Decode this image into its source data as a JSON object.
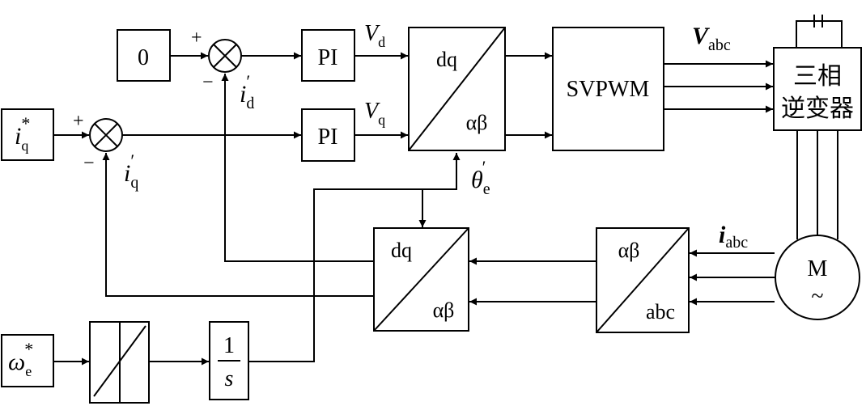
{
  "blocks": {
    "zero": "0",
    "pi_d": "PI",
    "pi_q": "PI",
    "svpwm": "SVPWM",
    "inverter_line1": "三相",
    "inverter_line2": "逆变器",
    "motor": "M",
    "motor_sym": "~",
    "park_top_dq": "dq",
    "park_top_ab": "αβ",
    "park_bot_dq": "dq",
    "park_bot_ab": "αβ",
    "clarke_ab": "αβ",
    "clarke_abc": "abc",
    "integrator_num": "1",
    "integrator_den": "s"
  },
  "signals": {
    "iq_ref": {
      "main": "i",
      "sub": "q",
      "sup": "*"
    },
    "we_ref": {
      "main": "ω",
      "sub": "e",
      "sup": "*"
    },
    "vd": {
      "main": "V",
      "sub": "d"
    },
    "vq": {
      "main": "V",
      "sub": "q"
    },
    "vabc": {
      "main": "V",
      "sub": "abc"
    },
    "iabc": {
      "main": "i",
      "sub": "abc"
    },
    "id_fb": {
      "main": "i",
      "sub": "d",
      "sup": "′"
    },
    "iq_fb": {
      "main": "i",
      "sub": "q",
      "sup": "′"
    },
    "theta": {
      "main": "θ",
      "sub": "e",
      "sup": "′"
    }
  },
  "signs": {
    "sum_d_plus": "+",
    "sum_d_minus": "−",
    "sum_q_plus": "+",
    "sum_q_minus": "−"
  }
}
